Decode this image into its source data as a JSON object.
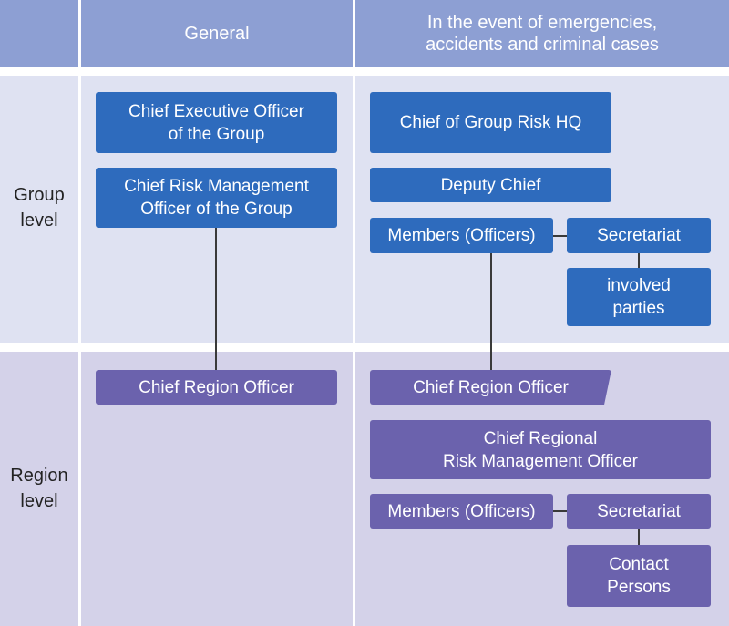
{
  "header": {
    "general": "General",
    "emergency": "In the event of emergencies,\naccidents and criminal cases"
  },
  "rows": {
    "group": "Group\nlevel",
    "region": "Region\nlevel"
  },
  "general_column": {
    "ceo": "Chief Executive Officer\nof the Group",
    "cro": "Chief Risk Management\nOfficer of the Group",
    "chief_region_officer": "Chief Region Officer"
  },
  "emergency_group": {
    "chief": "Chief of Group Risk HQ",
    "deputy": "Deputy Chief",
    "members": "Members (Officers)",
    "secretariat": "Secretariat",
    "involved": "involved\nparties"
  },
  "emergency_region": {
    "chief_region_officer": "Chief Region Officer",
    "regional_rmo": "Chief Regional\nRisk Management Officer",
    "members": "Members (Officers)",
    "secretariat": "Secretariat",
    "contacts": "Contact\nPersons"
  },
  "colors": {
    "header": "#8d9fd3",
    "group_band": "#dfe2f2",
    "region_band": "#d4d2e9",
    "group_box": "#2e6bbd",
    "region_box": "#6b62ad"
  }
}
